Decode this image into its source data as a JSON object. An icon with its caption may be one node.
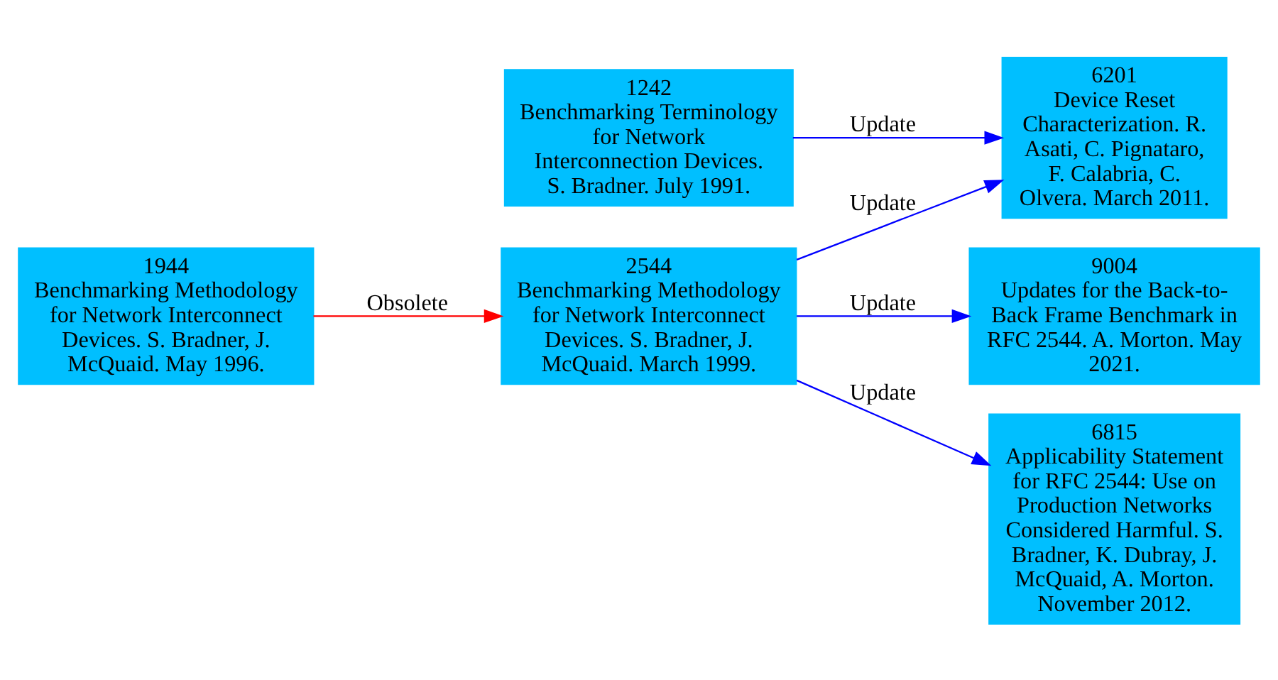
{
  "diagram": {
    "nodes": [
      {
        "text": [
          "1944",
          "Benchmarking Methodology for Network Interconnect Devices. S. Bradner, J. McQuaid. May 1996."
        ]
      },
      {
        "text": [
          "1242",
          "Benchmarking Terminology for Network Interconnection Devices. S. Bradner. July 1991."
        ]
      },
      {
        "text": [
          "2544",
          "Benchmarking Methodology for Network Interconnect Devices. S. Bradner, J. McQuaid. March 1999."
        ]
      },
      {
        "text": [
          "6201",
          "Device Reset Characterization. R. Asati, C. Pignataro, F. Calabria, C. Olvera. March 2011."
        ]
      },
      {
        "text": [
          "9004",
          "Updates for the Back-to-Back Frame Benchmark in RFC 2544. A. Morton. May 2021."
        ]
      },
      {
        "text": [
          "6815",
          "Applicability Statement for RFC 2544: Use on Production Networks Considered Harmful. S. Bradner, K. Dubray, J. McQuaid, A. Morton. November 2012."
        ]
      }
    ],
    "edges": [
      {
        "from": 0,
        "to": 2,
        "arrow": "to",
        "label": "Obsolete",
        "color": "#ff0000"
      },
      {
        "from": 1,
        "to": 3,
        "arrow": "to",
        "label": "Update"
      },
      {
        "from": 2,
        "to": 3,
        "arrow": "to",
        "label": "Update"
      },
      {
        "from": 2,
        "to": 4,
        "arrow": "to",
        "label": "Update"
      },
      {
        "from": 2,
        "to": 5,
        "arrow": "to",
        "label": "Update"
      }
    ]
  }
}
